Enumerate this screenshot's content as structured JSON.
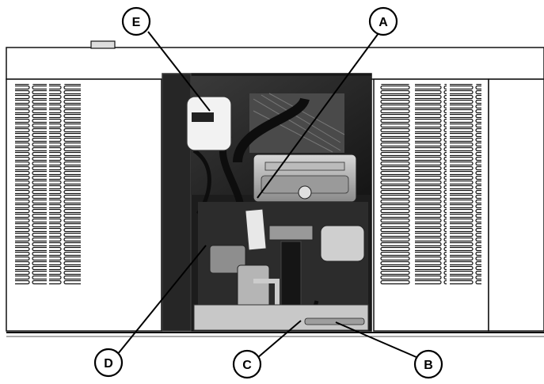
{
  "callouts": [
    {
      "key": "a",
      "label": "A"
    },
    {
      "key": "b",
      "label": "B"
    },
    {
      "key": "c",
      "label": "C"
    },
    {
      "key": "d",
      "label": "D"
    },
    {
      "key": "e",
      "label": "E"
    }
  ]
}
